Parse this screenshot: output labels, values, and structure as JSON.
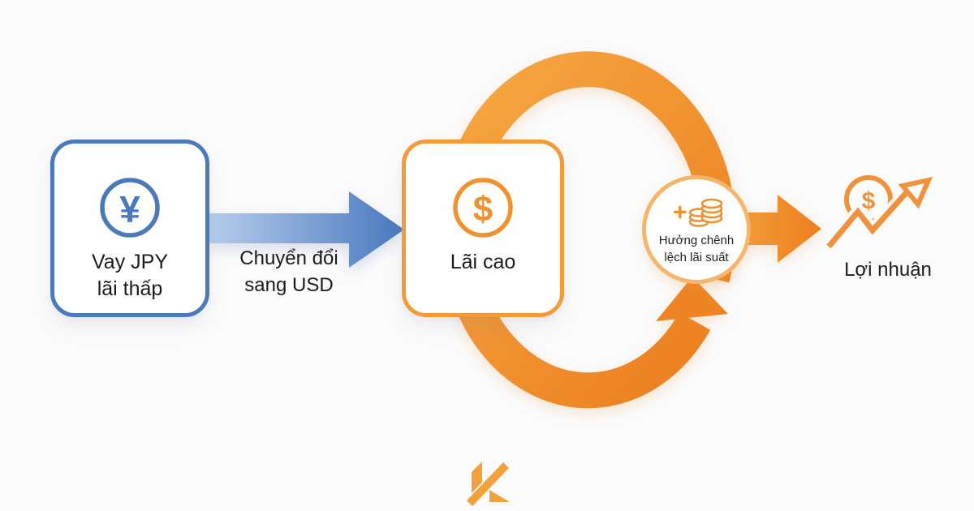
{
  "colors": {
    "background": "#FBFBFC",
    "blue": "#4A79BE",
    "blue_arrow_light": "#B6CDEC",
    "blue_arrow_dark": "#4878BE",
    "orange": "#F0882B",
    "orange_ring_light": "#F6A843",
    "orange_ring_dark": "#EC7D1E",
    "badge_border": "#F5B56A",
    "text": "#1C1C1C"
  },
  "flow": {
    "borrow_box": {
      "symbol": "¥",
      "line1": "Vay JPY",
      "line2": "lãi thấp"
    },
    "convert_arrow": {
      "line1": "Chuyển đổi",
      "line2": "sang USD"
    },
    "interest_box": {
      "symbol": "$",
      "label": "Lãi cao"
    },
    "spread_badge": {
      "plus": "+",
      "line1": "Hưởng chênh",
      "line2": "lệch lãi suất"
    },
    "profit": {
      "symbol": "$",
      "label": "Lợi nhuận"
    }
  }
}
